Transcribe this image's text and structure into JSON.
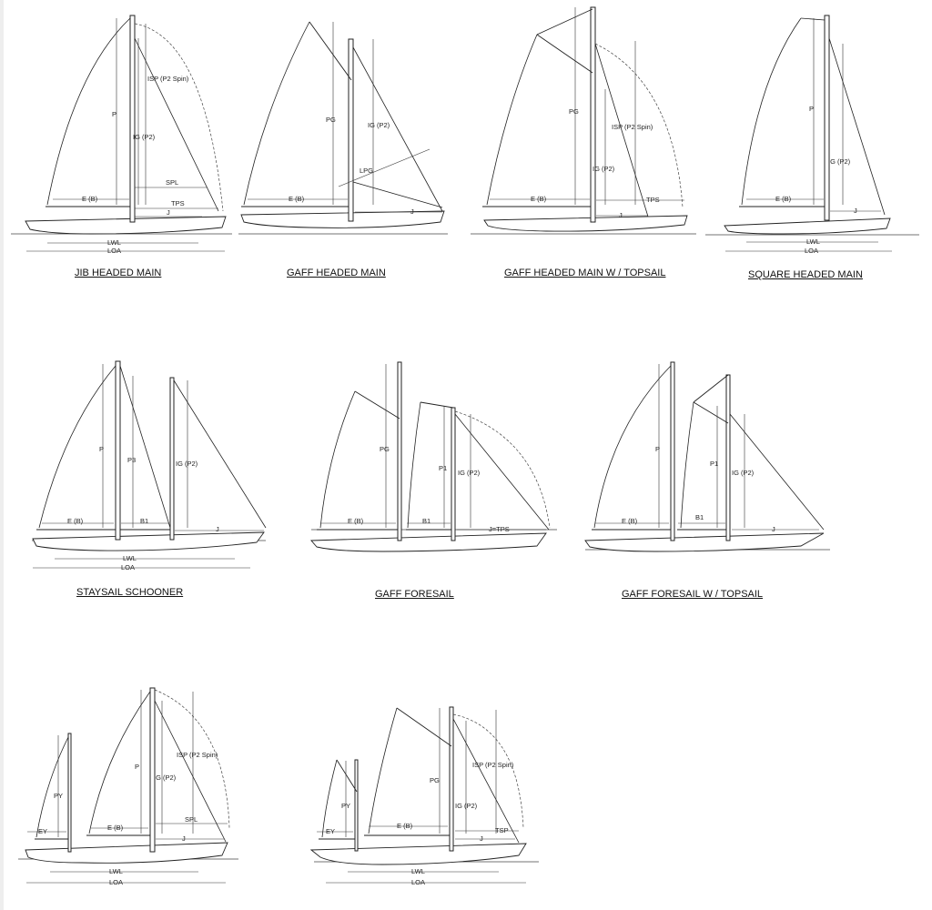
{
  "captions": {
    "jib_headed_main": "JIB HEADED MAIN",
    "gaff_headed_main": "GAFF HEADED MAIN",
    "gaff_headed_main_topsail": "GAFF HEADED MAIN W / TOPSAIL",
    "square_headed_main": "SQUARE HEADED MAIN",
    "staysail_schooner": "STAYSAIL SCHOONER",
    "gaff_foresail": "GAFF FORESAIL",
    "gaff_foresail_topsail": "GAFF FORESAIL W / TOPSAIL",
    "yawl": "",
    "gaff_yawl": ""
  },
  "labels": {
    "p": "P",
    "pg": "PG",
    "p1": "P1",
    "p3": "P3",
    "py": "PY",
    "isp": "ISP (P2 Spin)",
    "ig": "IG (P2)",
    "e": "E (B)",
    "ey": "EY",
    "b1": "B1",
    "spl": "SPL",
    "tps": "TPS",
    "tsp": "TSP",
    "j": "J",
    "j_tps": "J=TPS",
    "lpg": "LPG",
    "lwl": "LWL",
    "loa": "LOA"
  }
}
